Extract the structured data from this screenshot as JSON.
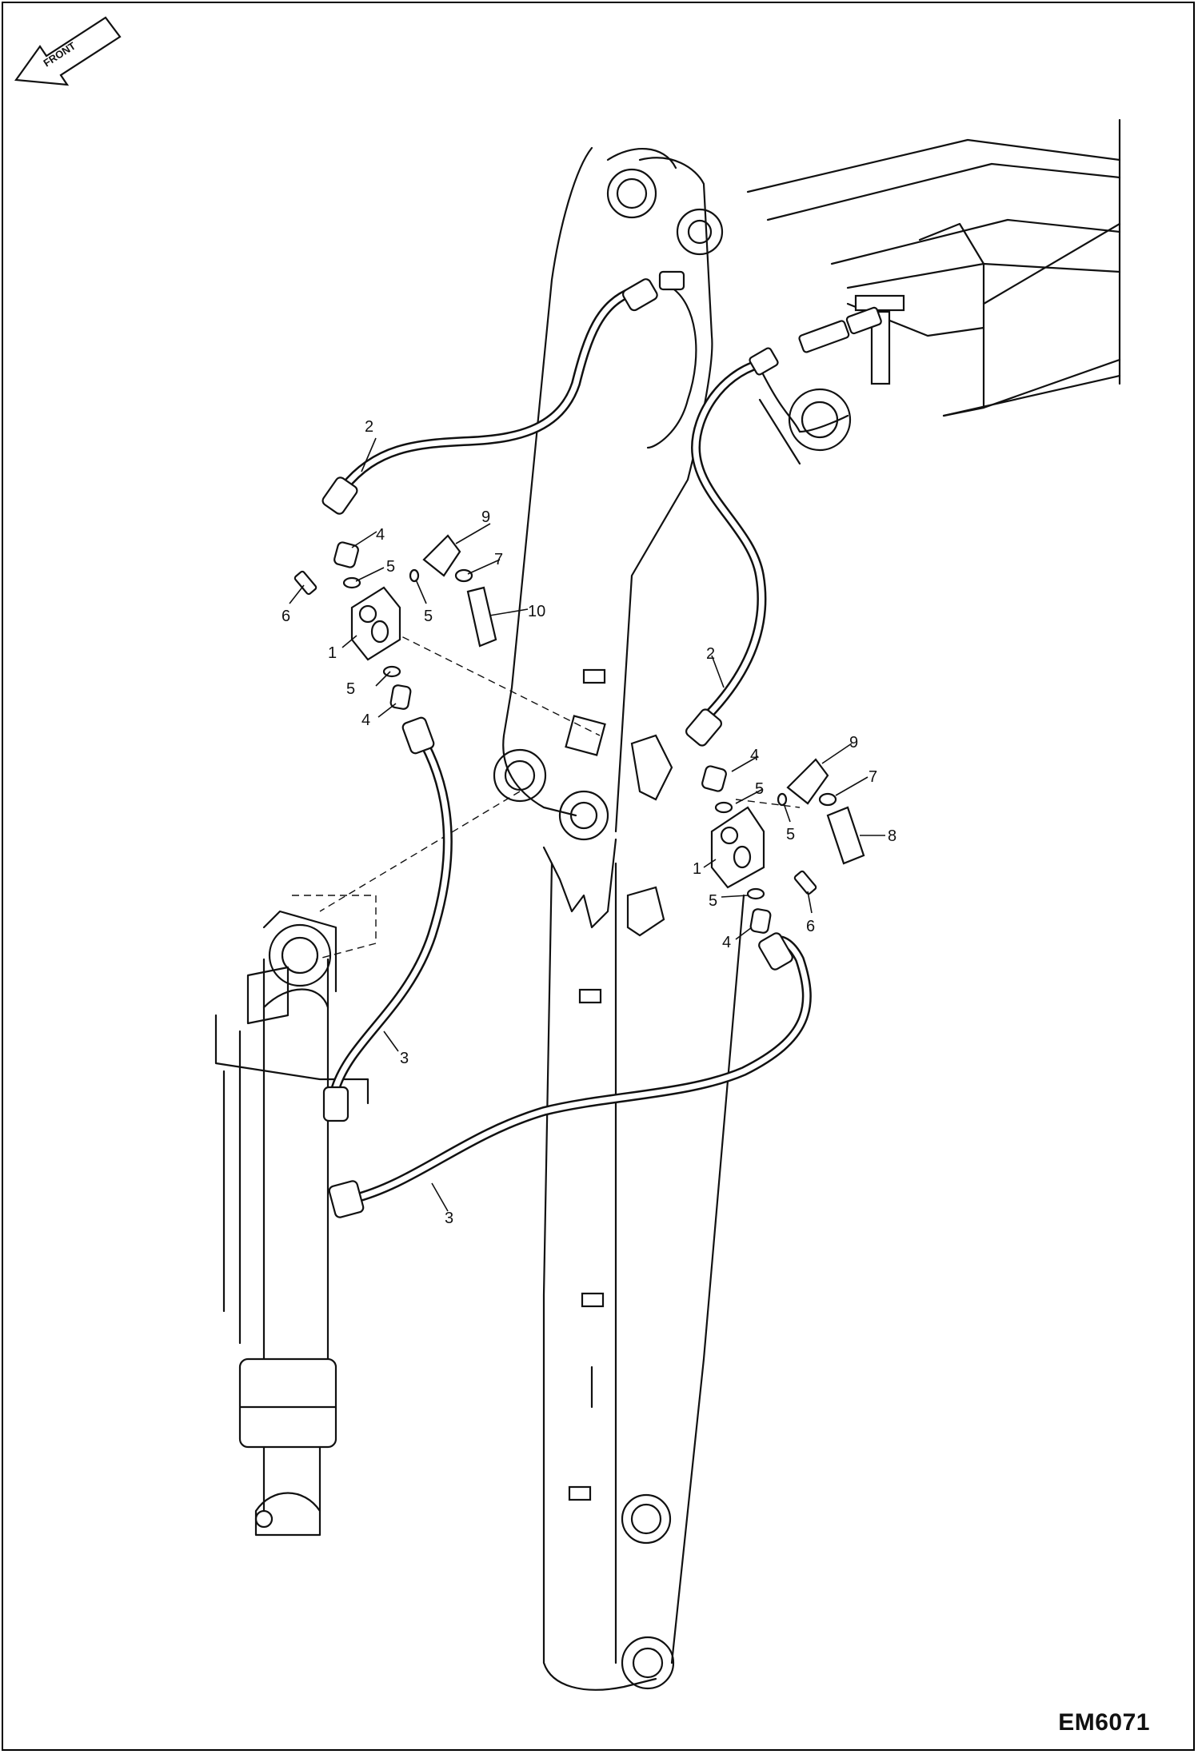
{
  "front_label": "FRONT",
  "drawing_id": "EM6071",
  "callouts": {
    "c1a": "1",
    "c2a": "2",
    "c4a": "4",
    "c5a": "5",
    "c5b": "5",
    "c5c": "5",
    "c6a": "6",
    "c9a": "9",
    "c7a": "7",
    "c10a": "10",
    "c4b": "4",
    "c2b": "2",
    "c9b": "9",
    "c4c": "4",
    "c5d": "5",
    "c7b": "7",
    "c5e": "5",
    "c8a": "8",
    "c1b": "1",
    "c5f": "5",
    "c6b": "6",
    "c4d": "4",
    "c3a": "3",
    "c3b": "3"
  }
}
